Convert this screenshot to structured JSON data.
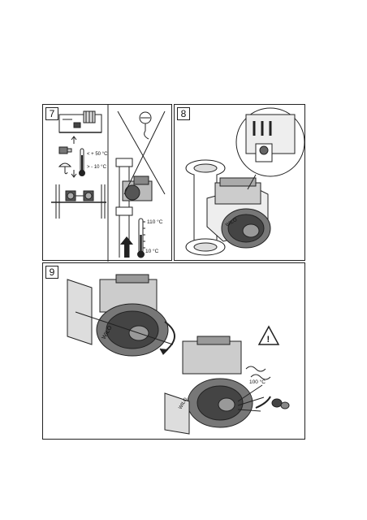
{
  "panels": {
    "p7": {
      "number": "7",
      "temp_high": "< + 50 °C",
      "temp_low": "> - 10 °C",
      "gauge_max": "110 °C",
      "gauge_min": "10 °C"
    },
    "p8": {
      "number": "8",
      "brand": "WILO"
    },
    "p9": {
      "number": "9",
      "brand": "WILO",
      "brand2": "WILO",
      "hot_temp": "100 °C",
      "warning_symbol": "!"
    }
  },
  "icons": [
    "umbrella-icon",
    "thermometer-icon",
    "warning-triangle-icon",
    "rotation-arrow-icon",
    "no-entry-icon"
  ]
}
